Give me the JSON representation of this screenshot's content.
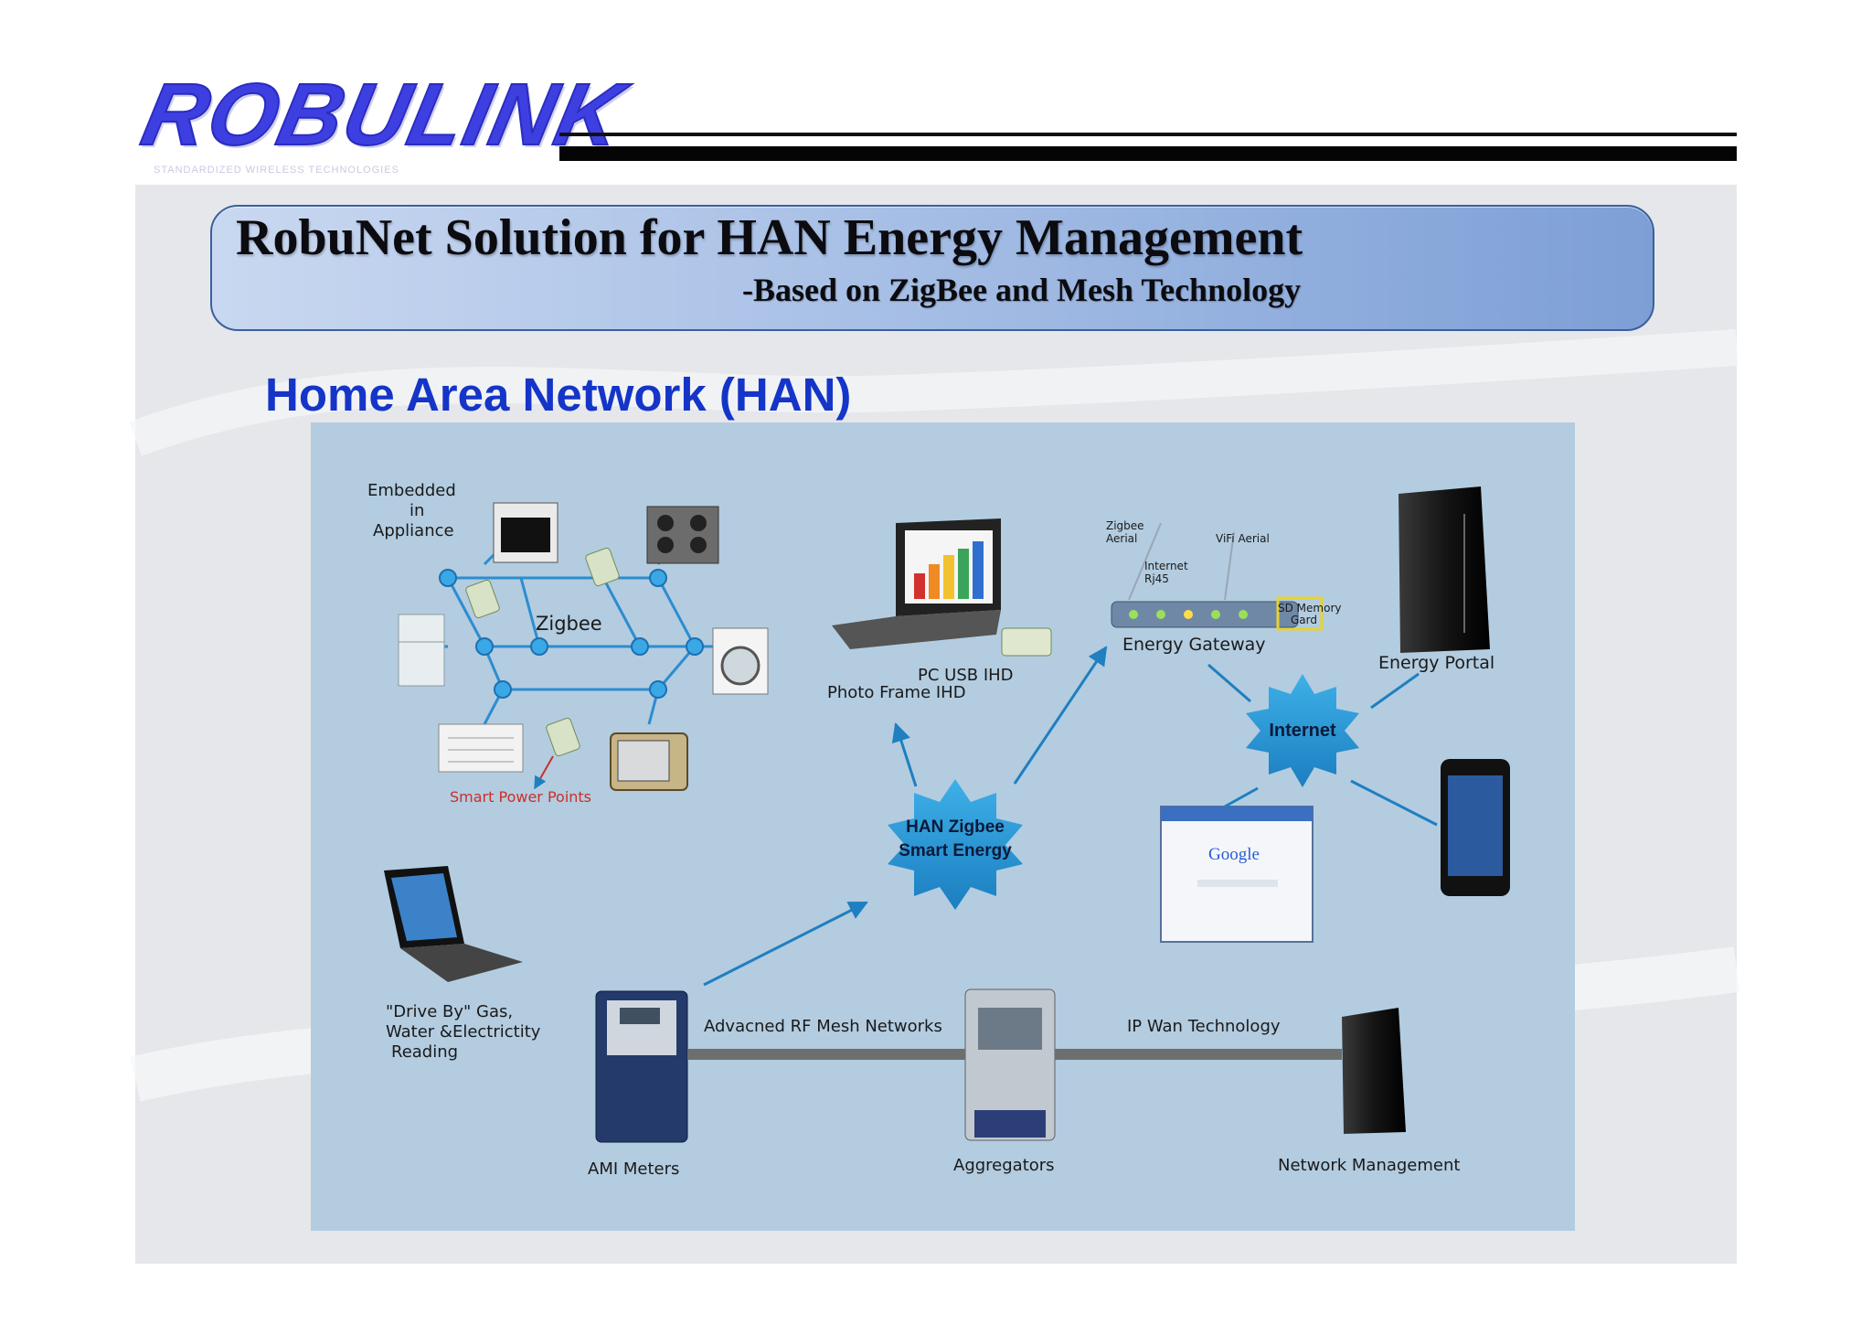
{
  "brand": {
    "logo_text": "ROBULINK",
    "tagline": "STANDARDIZED WIRELESS TECHNOLOGIES",
    "colors": {
      "logo": "#3d3fe0",
      "title_band": "#7d9fd6",
      "heading": "#1435c8",
      "diagram_bg": "#b3cce0",
      "link": "#1f7fc0"
    }
  },
  "title": {
    "main": "RobuNet Solution for HAN Energy Management",
    "sub": "-Based on ZigBee and Mesh Technology"
  },
  "section_heading": "Home Area Network (HAN)",
  "diagram": {
    "embedded_label_1": "Embedded",
    "embedded_label_2": "in",
    "embedded_label_3": "Appliance",
    "zigbee": "Zigbee",
    "smart_power_points": "Smart Power Points",
    "pc_usb_ihd": "PC USB IHD",
    "photo_frame_ihd": "Photo Frame IHD",
    "zigbee_aerial_1": "Zigbee",
    "zigbee_aerial_2": "Aerial",
    "wifi_aerial": "ViFi Aerial",
    "internet_rj45_1": "Internet",
    "internet_rj45_2": "Rj45",
    "sd_memory_1": "SD Memory",
    "sd_memory_2": "Gard",
    "energy_gateway": "Energy Gateway",
    "energy_portal": "Energy Portal",
    "internet": "Internet",
    "han_zigbee_1": "HAN Zigbee",
    "han_zigbee_2": "Smart Energy",
    "google": "Google",
    "drive_by_1": "\"Drive By\" Gas,",
    "drive_by_2": "Water &Electrictity",
    "drive_by_3": "Reading",
    "rf_mesh": "Advacned RF Mesh Networks",
    "ip_wan": "IP Wan Technology",
    "ami_meters": "AMI Meters",
    "aggregators": "Aggregators",
    "network_management": "Network Management",
    "icons": [
      "oven-icon",
      "stove-icon",
      "fridge-icon",
      "washing-machine-icon",
      "heater-icon",
      "tv-icon",
      "smart-plug-icon",
      "laptop-chart-icon",
      "usb-ihd-icon",
      "gateway-router-icon",
      "server-tower-icon",
      "smartphone-icon",
      "browser-window-icon",
      "laptop-icon",
      "ami-meter-icon",
      "aggregator-meter-icon"
    ]
  }
}
